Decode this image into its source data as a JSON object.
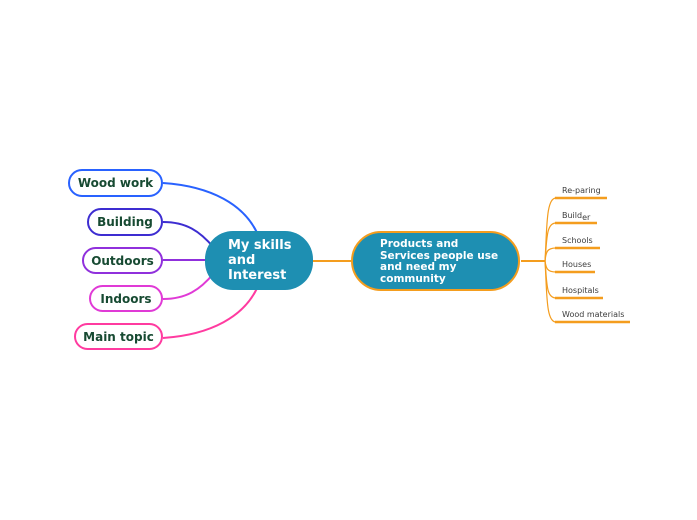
{
  "title": "Mind map: My skills and Interest",
  "colors": {
    "node_teal": "#1E8FB2",
    "node_text": "#FFFFFF",
    "branch_orange": "#F49D1E",
    "pill_text_green": "#174A32",
    "leaf_text": "#3C3C3C",
    "background": "#FFFFFF"
  },
  "center_node": {
    "lines": [
      "My skills",
      "and",
      "Interest"
    ]
  },
  "left_nodes": [
    {
      "label": "Wood work",
      "border_color": "#2962FF"
    },
    {
      "label": "Building",
      "border_color": "#3D2DD1"
    },
    {
      "label": "Outdoors",
      "border_color": "#9030DC"
    },
    {
      "label": "Indoors",
      "border_color": "#E03AD6"
    },
    {
      "label": "Main topic",
      "border_color": "#FF3BA0"
    }
  ],
  "right_node": {
    "lines": [
      "Products and",
      "Services people use",
      "and need my",
      "community"
    ],
    "border_color": "#F49D1E"
  },
  "right_leaves": [
    {
      "label": "Re-paring"
    },
    {
      "label": "Build",
      "label_sub": "er"
    },
    {
      "label": "Schools"
    },
    {
      "label": "Houses"
    },
    {
      "label": "Hospitals"
    },
    {
      "label": "Wood materials"
    }
  ]
}
